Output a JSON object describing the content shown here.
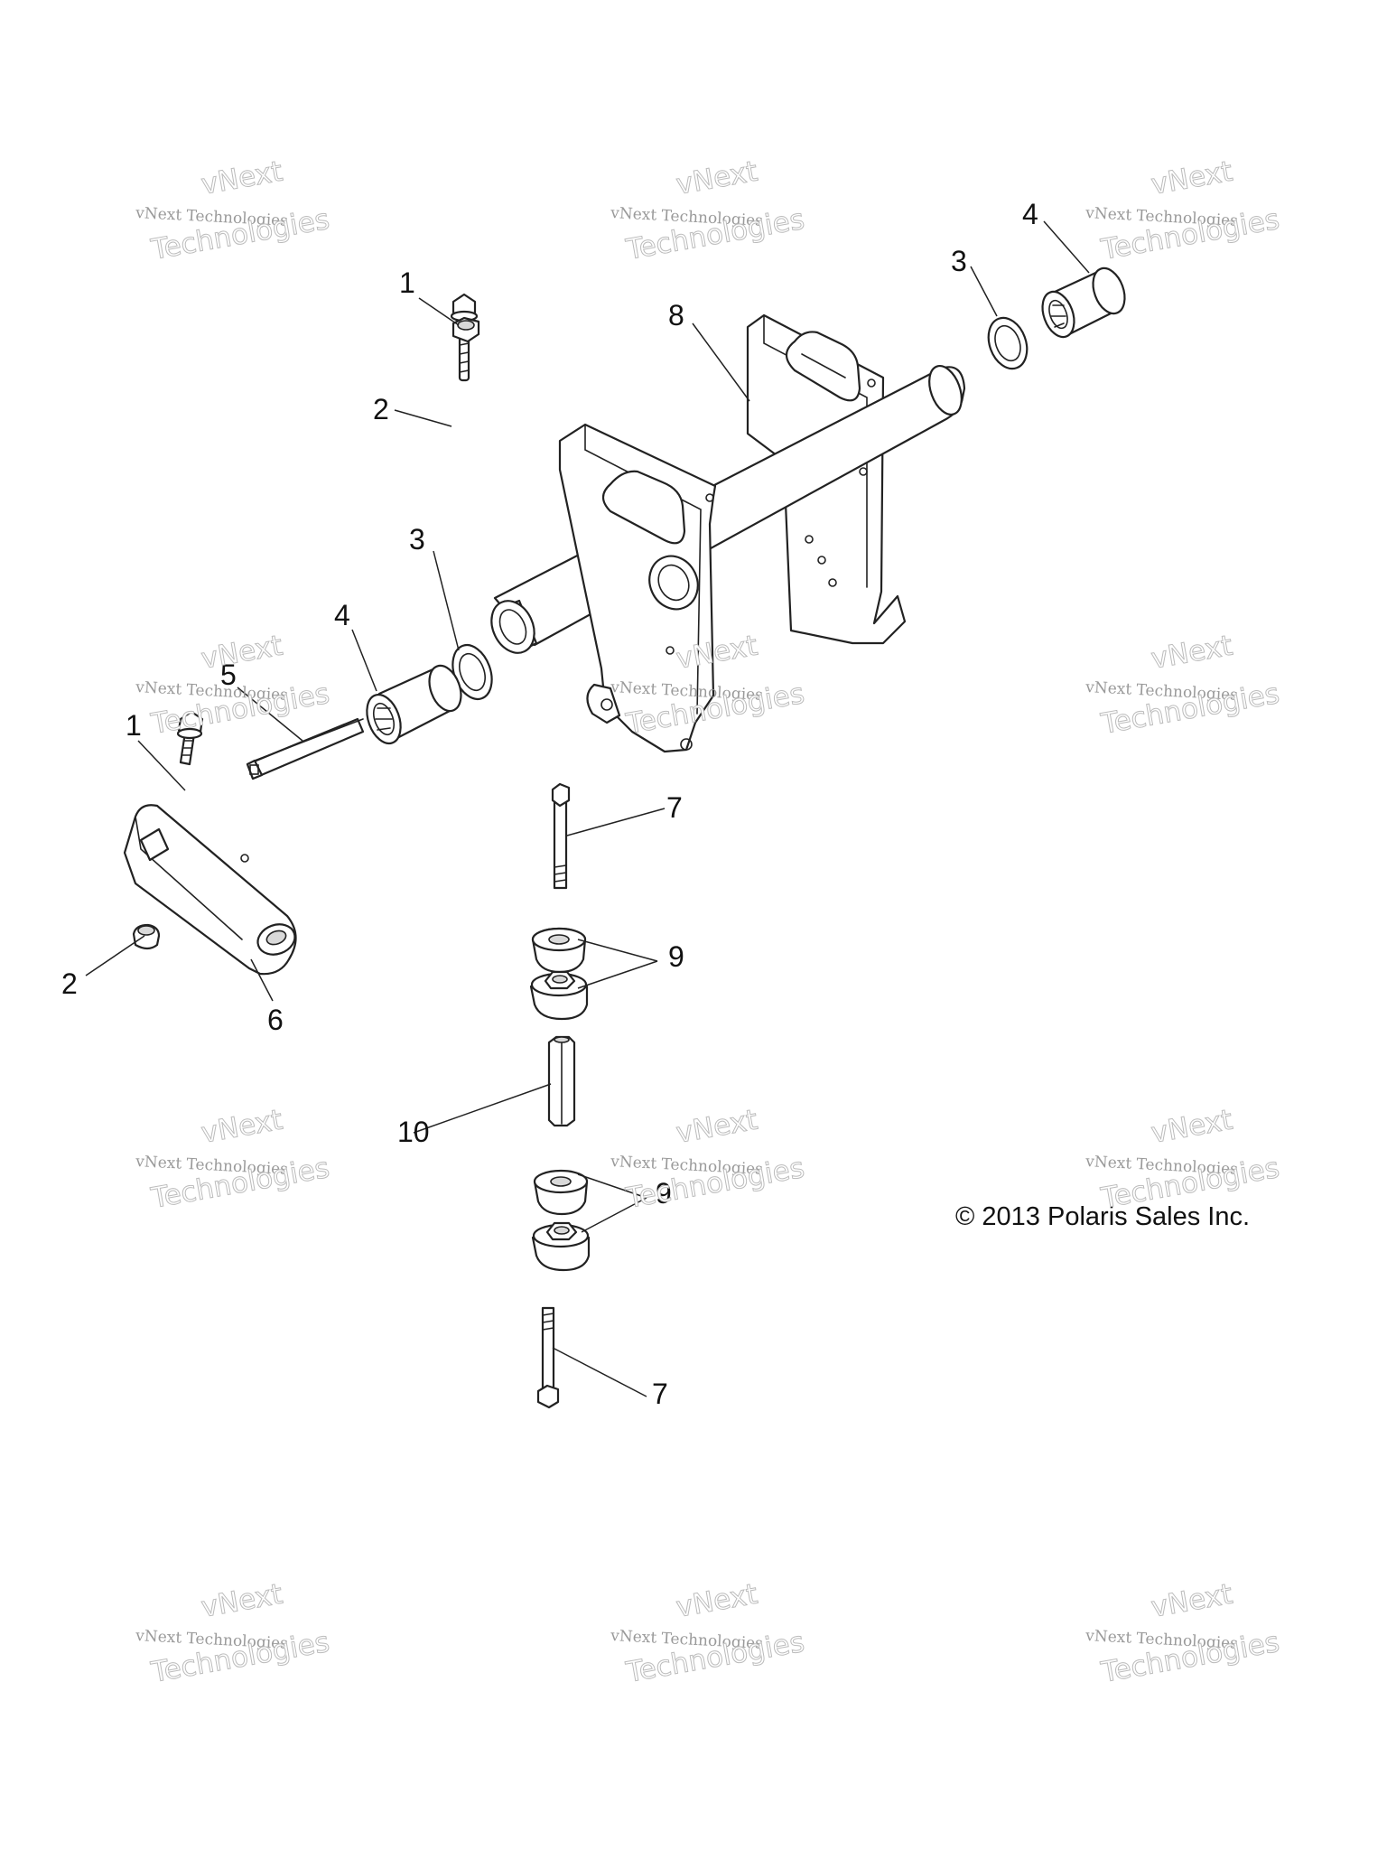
{
  "callouts": {
    "c1a": "1",
    "c2a": "2",
    "c3a": "3",
    "c4a": "4",
    "c3b": "3",
    "c4b": "4",
    "c8": "8",
    "c5": "5",
    "c1b": "1",
    "c2b": "2",
    "c6": "6",
    "c7a": "7",
    "c9a": "9",
    "c10": "10",
    "c9b": "9",
    "c7b": "7"
  },
  "copyright": "© 2013 Polaris Sales Inc.",
  "watermark": {
    "line1": "vNext",
    "line2": "vNext Technologies",
    "line3": "Technologies"
  }
}
